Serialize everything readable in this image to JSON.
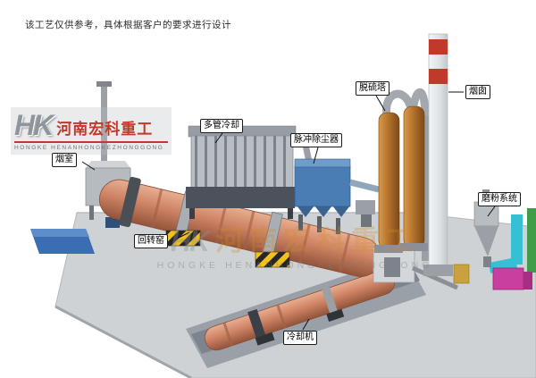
{
  "disclaimer": "该工艺仅供参考，具体根据客户的要求进行设计",
  "logo": {
    "monogram": "HK",
    "company_cn": "河南宏科重工",
    "company_en": "HONGKE HENANHONGKEZHONGGONG"
  },
  "watermark": {
    "monogram": "HK",
    "text_cn": "河南宏科重工",
    "text_en": "HONGKE HENANHONGKEZHONGGONG"
  },
  "labels": [
    {
      "id": "smoke-chamber",
      "text": "烟室"
    },
    {
      "id": "multi-tube-cooler",
      "text": "多管冷却"
    },
    {
      "id": "pulse-dust-collector",
      "text": "脉冲除尘器"
    },
    {
      "id": "desulfurization-tower",
      "text": "脱硫塔"
    },
    {
      "id": "chimney",
      "text": "烟囱"
    },
    {
      "id": "grinding-system",
      "text": "磨粉系统"
    },
    {
      "id": "rotary-kiln",
      "text": "回转窑"
    },
    {
      "id": "cooling-machine",
      "text": "冷却机"
    }
  ],
  "palette": {
    "kiln_shell": "#cf8465",
    "platform": "#ced2d5",
    "dust_collector_blue": "#4a7db3",
    "tower_orange": "#b06f2a",
    "chimney_band_red": "#c0392b",
    "duct_cyan": "#35c1d3",
    "duct_green": "#3f9c49",
    "mill_magenta": "#c93f9f",
    "hazard_yellow": "#f2c21b",
    "pad_blue": "#3a6db1",
    "logo_red": "#c0392b"
  }
}
